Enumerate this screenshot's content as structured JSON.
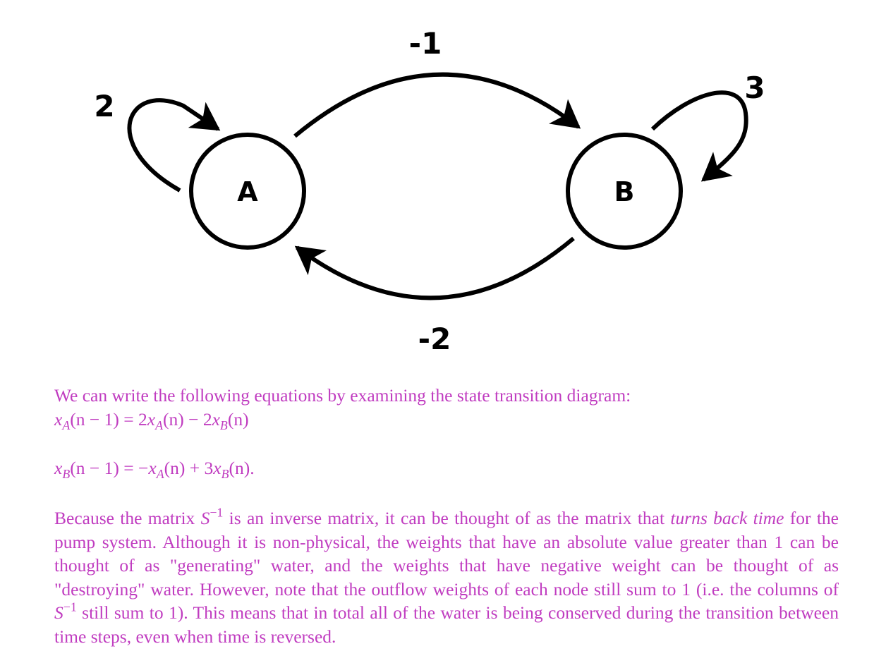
{
  "diagram": {
    "nodes": [
      {
        "id": "A",
        "label": "A"
      },
      {
        "id": "B",
        "label": "B"
      }
    ],
    "edges": [
      {
        "from": "A",
        "to": "A",
        "weight": "2"
      },
      {
        "from": "A",
        "to": "B",
        "weight": "-1"
      },
      {
        "from": "B",
        "to": "B",
        "weight": "3"
      },
      {
        "from": "B",
        "to": "A",
        "weight": "-2"
      }
    ]
  },
  "text": {
    "intro": "We can write the following equations by examining the state transition diagram:",
    "eq1": {
      "x": "x",
      "sub_a": "A",
      "lhs_arg": "(n − 1) = 2",
      "sub_a2": "A",
      "mid": "(n) − 2",
      "sub_b": "B",
      "end": "(n)"
    },
    "eq2": {
      "x": "x",
      "sub_b": "B",
      "lhs_arg": "(n − 1) = −",
      "sub_a": "A",
      "mid": "(n) + 3",
      "sub_b2": "B",
      "end": "(n)."
    },
    "para": {
      "p1": "Because the matrix ",
      "s": "S",
      "sup": "−1",
      "p2": " is an inverse matrix, it can be thought of as the matrix that ",
      "italic": "turns back time",
      "p3": " for the pump system. Although it is non-physical, the weights that have an absolute value greater than 1 can be thought of as \"generating\" water, and the weights that have negative weight can be thought of as \"destroying\" water. However, note that the outflow weights of each node still sum to 1 (i.e. the columns of ",
      "s2": "S",
      "sup2": "−1",
      "p4": " still sum to 1). This means that in total all of the water is being conserved during the transition between time steps, even when time is reversed."
    }
  },
  "colors": {
    "text": "#c03cc0",
    "diagram": "#000000"
  }
}
